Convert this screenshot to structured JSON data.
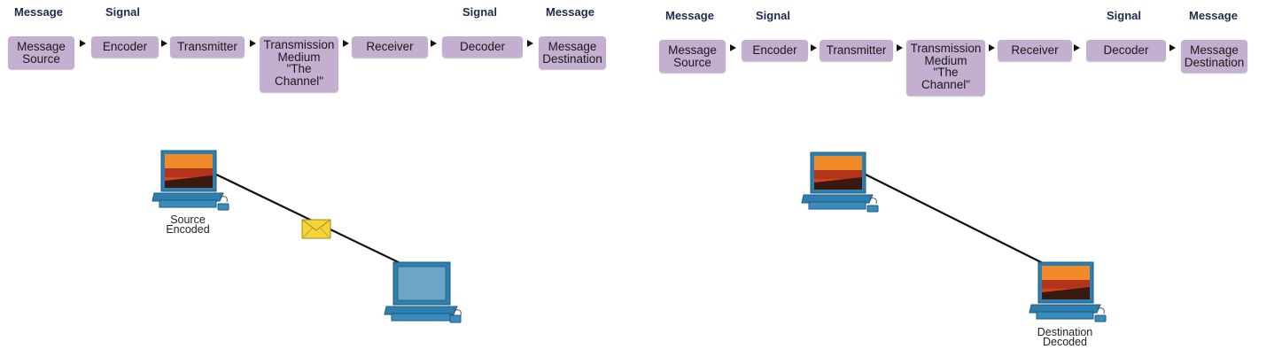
{
  "left_panel": {
    "headers": {
      "message_left": "Message",
      "signal_left": "Signal",
      "signal_right": "Signal",
      "message_right": "Message"
    },
    "stages": [
      {
        "id": "message-source",
        "label": "Message\nSource"
      },
      {
        "id": "encoder",
        "label": "Encoder"
      },
      {
        "id": "transmitter",
        "label": "Transmitter"
      },
      {
        "id": "transmission-medium",
        "label": "Transmission\nMedium\n\"The\nChannel\""
      },
      {
        "id": "receiver",
        "label": "Receiver"
      },
      {
        "id": "decoder",
        "label": "Decoder"
      },
      {
        "id": "message-destination",
        "label": "Message\nDestination"
      }
    ],
    "source_pc_label": "Source\nEncoded"
  },
  "right_panel": {
    "headers": {
      "message_left": "Message",
      "signal_left": "Signal",
      "signal_right": "Signal",
      "message_right": "Message"
    },
    "stages": [
      {
        "id": "message-source",
        "label": "Message\nSource"
      },
      {
        "id": "encoder",
        "label": "Encoder"
      },
      {
        "id": "transmitter",
        "label": "Transmitter"
      },
      {
        "id": "transmission-medium",
        "label": "Transmission\nMedium\n\"The\nChannel\""
      },
      {
        "id": "receiver",
        "label": "Receiver"
      },
      {
        "id": "decoder",
        "label": "Decoder"
      },
      {
        "id": "message-destination",
        "label": "Message\nDestination"
      }
    ],
    "destination_pc_label": "Destination\nDecoded"
  },
  "colors": {
    "stage_box": "#c4afd1",
    "header_text": "#1f2b4d",
    "pc_body": "#2f7fae",
    "link_line": "#111111",
    "envelope": "#f3d43c"
  },
  "icons": {
    "pc": "pc-icon",
    "envelope": "envelope-icon",
    "arrow": "arrow-right-icon"
  }
}
